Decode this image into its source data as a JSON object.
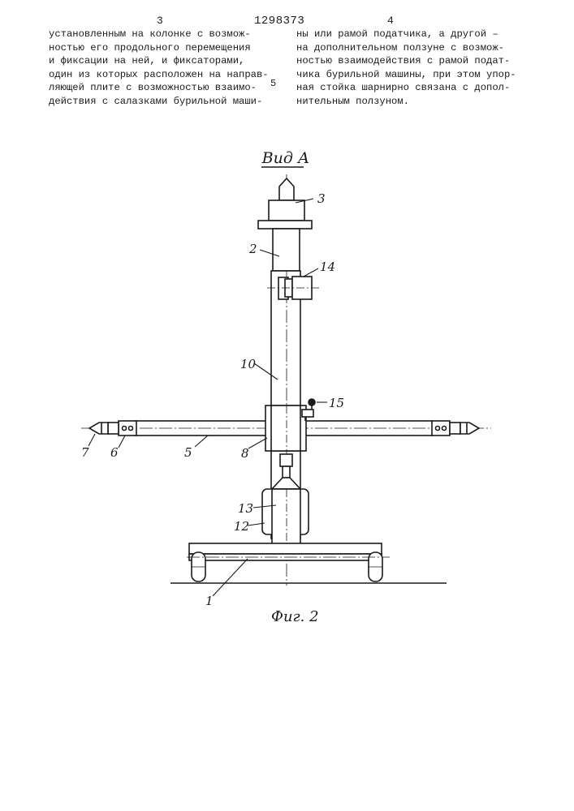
{
  "header": {
    "page_left": "3",
    "patent_number": "1298373",
    "page_right": "4"
  },
  "column_left": {
    "lines": [
      "установленным на колонке с возмож-",
      "ностью его продольного перемещения",
      "и фиксации на ней, и фиксаторами,",
      "один из которых расположен на направ-",
      "ляющей плите с возможностью взаимо-",
      "действия с салазками бурильной маши-"
    ]
  },
  "column_right": {
    "lines": [
      "ны или рамой податчика, а другой –",
      "на дополнительном ползуне с возмож-",
      "ностью взаимодействия с рамой подат-",
      "чика бурильной машины, при этом упор-",
      "ная стойка шарнирно связана с допол-",
      "нительным ползуном."
    ]
  },
  "line_marker": "5",
  "figure": {
    "view_label": "Вид А",
    "caption": "Фиг. 2",
    "labels": {
      "l1": "1",
      "l2": "2",
      "l3": "3",
      "l5": "5",
      "l6": "6",
      "l7": "7",
      "l8": "8",
      "l10": "10",
      "l12": "12",
      "l13": "13",
      "l14": "14",
      "l15": "15"
    }
  }
}
